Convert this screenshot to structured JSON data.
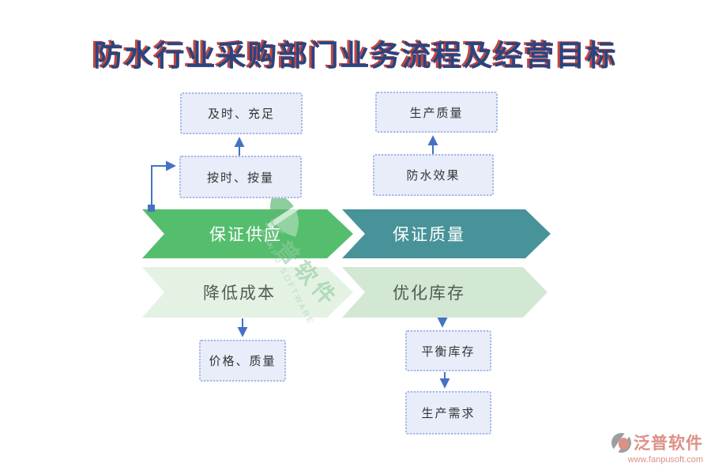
{
  "title": "防水行业采购部门业务流程及经营目标",
  "banners": {
    "supply": {
      "label": "保证供应",
      "color": "#55BE6E"
    },
    "quality": {
      "label": "保证质量",
      "color": "#48939A"
    },
    "cost": {
      "label": "降低成本",
      "color": "#E4F2E4"
    },
    "inventory": {
      "label": "优化库存",
      "color": "#D3E8D3"
    }
  },
  "boxes": {
    "timely_sufficient": "及时、充足",
    "on_time_on_quantity": "按时、按量",
    "production_quality": "生产质量",
    "waterproof_effect": "防水效果",
    "price_quality": "价格、质量",
    "balance_inventory": "平衡库存",
    "production_demand": "生产需求"
  },
  "watermark": {
    "brand": "泛普软件",
    "brand_en": "FANPU SOFTWARE"
  },
  "logo": {
    "brand": "泛普软件",
    "website": "www.fanpusoft.com"
  },
  "colors": {
    "connector": "#4472C4",
    "box_fill": "#E9EDFA",
    "box_border": "#A3B6E8",
    "title_main": "#2A4480",
    "title_shadow": "#C04840",
    "logo_text": "#DC9087"
  }
}
